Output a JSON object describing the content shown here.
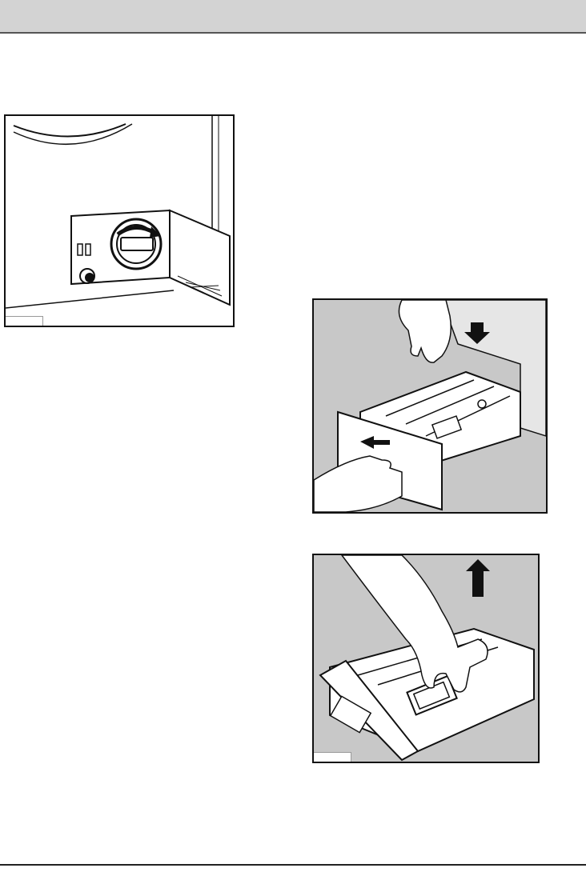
{
  "header": {
    "title": ""
  },
  "figures": [
    {
      "id": "fig-pump-cover",
      "caption": ""
    },
    {
      "id": "fig-drawer-removal",
      "caption": ""
    },
    {
      "id": "fig-siphon-removal",
      "caption": ""
    }
  ],
  "colors": {
    "header_bg": "#d3d3d3",
    "figure_bg_gray": "#c8c8c8",
    "line": "#111111"
  },
  "icons": [
    "arrow-down-icon",
    "arrow-left-icon",
    "arrow-up-icon",
    "rotate-arrow-icon"
  ]
}
